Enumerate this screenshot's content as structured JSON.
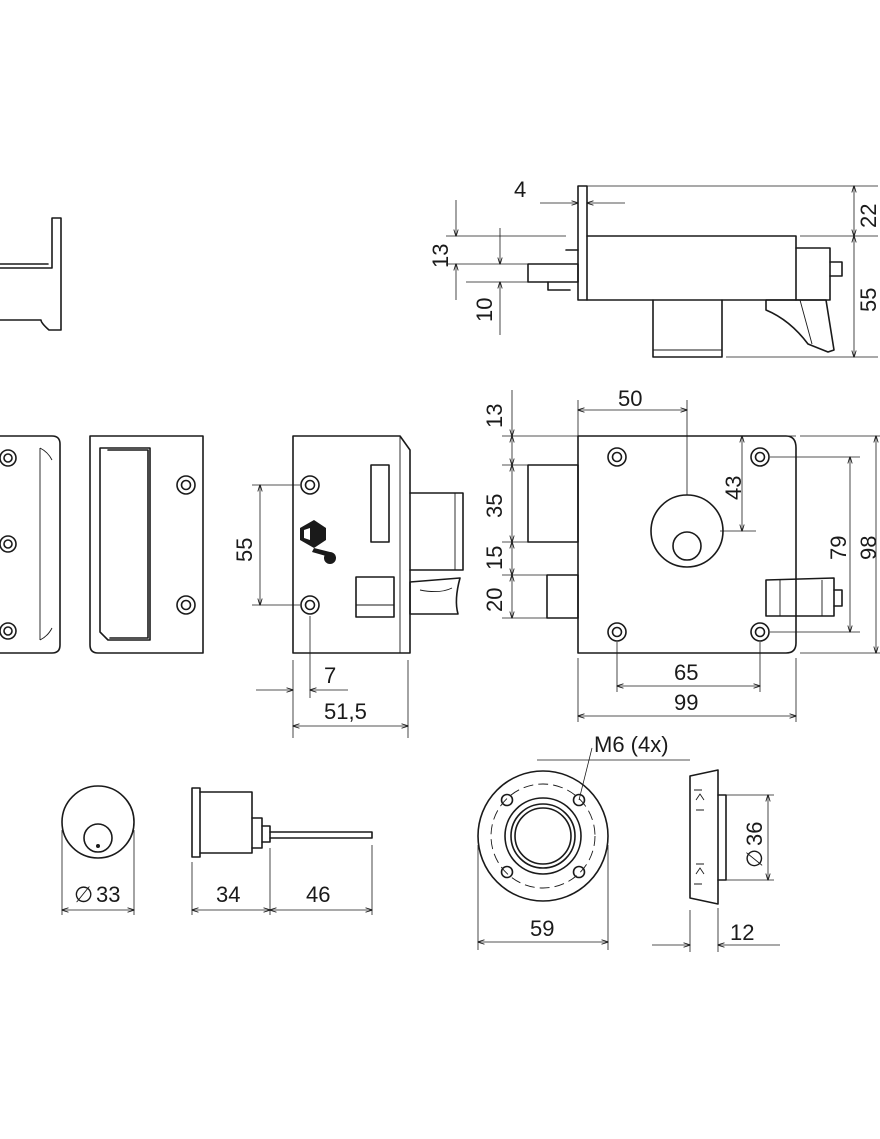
{
  "dimensions": {
    "d4": "4",
    "d22": "22",
    "d13_top": "13",
    "d10": "10",
    "d55_side": "55",
    "d50": "50",
    "d13_front": "13",
    "d43": "43",
    "d35": "35",
    "d15": "15",
    "d20": "20",
    "d79": "79",
    "d98": "98",
    "d65": "65",
    "d99": "99",
    "d55_back": "55",
    "d7": "7",
    "d51_5": "51,5",
    "dia33": "33",
    "dia_symbol": "∅",
    "d34": "34",
    "d46": "46",
    "thread": "M6 (4x)",
    "d59": "59",
    "dia36": "36",
    "d12": "12"
  }
}
